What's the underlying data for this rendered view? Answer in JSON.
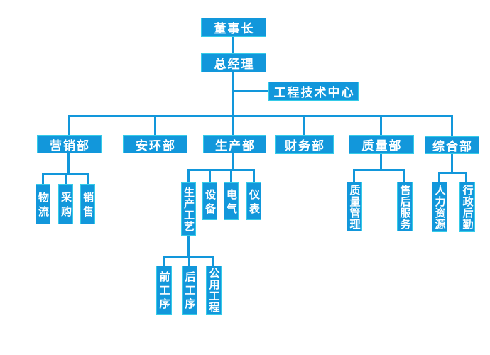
{
  "page": {
    "background": "#ffffff"
  },
  "colors": {
    "page_bg": "#ffffff",
    "box_fill": "#1297db",
    "box_border": "#35cbe8",
    "line_color": "#1297db",
    "text_color": "#ffffff"
  },
  "nodes": {
    "chairman": "董事长",
    "general_manager": "总经理",
    "engineering_center": "工程技术中心",
    "marketing_dept": "营销部",
    "safety_env_dept": "安环部",
    "production_dept": "生产部",
    "finance_dept": "财务部",
    "quality_dept": "质量部",
    "general_dept": "综合部",
    "logistics": "物流",
    "procurement": "采购",
    "sales": "销售",
    "production_process": "生产工艺",
    "equipment": "设备",
    "electrical": "电气",
    "instrumentation": "仪表",
    "front_process": "前工序",
    "back_process": "后工序",
    "utility_engineering": "公用工程",
    "quality_management": "质量管理",
    "after_sales_service": "售后服务",
    "human_resources": "人力资源",
    "admin_logistics": "行政后勤"
  },
  "hierarchy": [
    {
      "parent": "董事长",
      "children": [
        "总经理"
      ]
    },
    {
      "parent": "总经理",
      "children": [
        "工程技术中心",
        "营销部",
        "安环部",
        "生产部",
        "财务部",
        "质量部",
        "综合部"
      ]
    },
    {
      "parent": "营销部",
      "children": [
        "物流",
        "采购",
        "销售"
      ]
    },
    {
      "parent": "生产部",
      "children": [
        "生产工艺",
        "设备",
        "电气",
        "仪表"
      ]
    },
    {
      "parent": "生产工艺",
      "children": [
        "前工序",
        "后工序",
        "公用工程"
      ]
    },
    {
      "parent": "质量部",
      "children": [
        "质量管理",
        "售后服务"
      ]
    },
    {
      "parent": "综合部",
      "children": [
        "人力资源",
        "行政后勤"
      ]
    }
  ]
}
